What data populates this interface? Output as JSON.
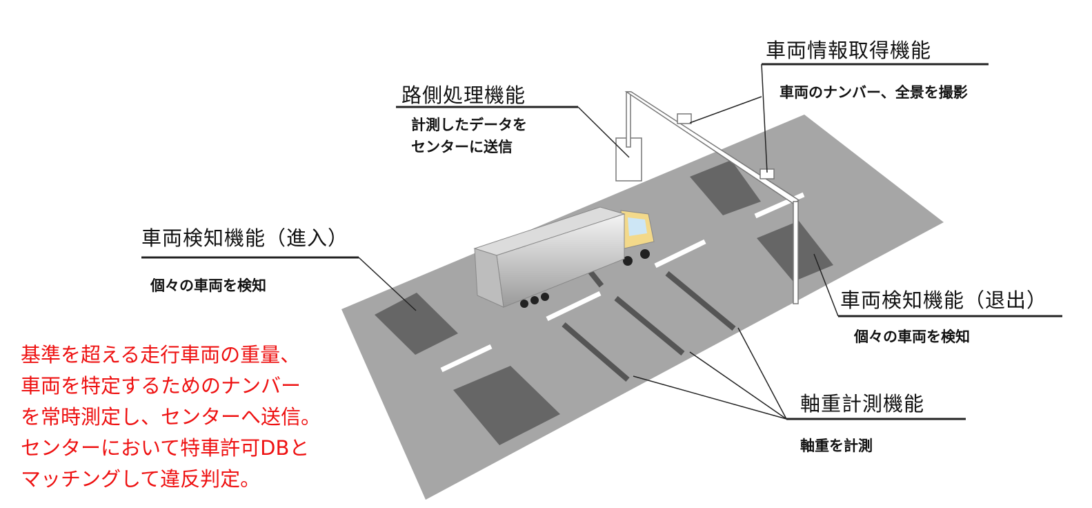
{
  "labels": {
    "roadside": {
      "title": "路側処理機能",
      "desc_lines": [
        "計測したデータを",
        "センターに送信"
      ]
    },
    "vehicle_info": {
      "title": "車両情報取得機能",
      "desc": "車両のナンバー、全景を撮影"
    },
    "detect_in": {
      "title": "車両検知機能（進入）",
      "desc": "個々の車両を検知"
    },
    "detect_out": {
      "title": "車両検知機能（退出）",
      "desc": "個々の車両を検知"
    },
    "axle": {
      "title": "軸重計測機能",
      "desc": "軸重を計測"
    }
  },
  "summary_lines": [
    "基準を超える走行車両の重量、",
    "車両を特定するためのナンバー",
    "を常時測定し、センターへ送信。",
    "センターにおいて特車許可DBと",
    "マッチングして違反判定。"
  ],
  "colors": {
    "summary": "#ee1111",
    "road": "#a6a6a6",
    "pad": "#666666"
  }
}
